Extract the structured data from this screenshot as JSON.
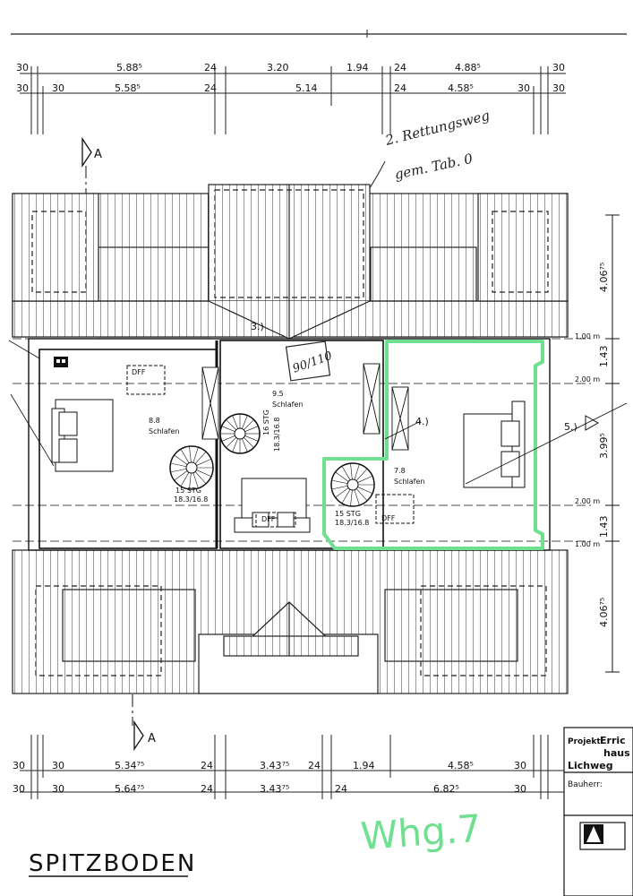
{
  "top_dimensions_row1": [
    "30",
    "5.88⁵",
    "24",
    "3.20",
    "1.94",
    "24",
    "4.88⁵",
    "30"
  ],
  "top_dimensions_row2": [
    "30",
    "30",
    "5.58⁵",
    "24",
    "5.14",
    "24",
    "4.58⁵",
    "30",
    "30"
  ],
  "bottom_dimensions_row1": [
    "30",
    "30",
    "5.34⁷⁵",
    "24",
    "3.43⁷⁵",
    "24",
    "1.94",
    "4.58⁵",
    "30"
  ],
  "bottom_dimensions_row2": [
    "30",
    "30",
    "5.64⁷⁵",
    "24",
    "3.43⁷⁵",
    "24",
    "6.82⁵",
    "30"
  ],
  "right_dimensions": {
    "top_roof": "4.06⁷⁵",
    "l1": "1.00 m",
    "d1": "1.43",
    "l2": "2.00 m",
    "mid": "3.99⁵",
    "l3": "2.00 m",
    "d2": "1.43",
    "l4": "1.00 m",
    "bottom_roof": "4.06⁷⁵"
  },
  "section_markers": {
    "top": "A",
    "bottom": "A"
  },
  "rooms": [
    {
      "area": "8.8",
      "name": "Schlafen",
      "stair": "15 STG",
      "stair_dim": "18.3/16.8",
      "window": "DFF"
    },
    {
      "area": "9.5",
      "name": "Schlafen",
      "stair": "16 STG",
      "stair_dim": "18.3/16.8",
      "window": "DFF"
    },
    {
      "area": "7.8",
      "name": "Schlafen",
      "stair": "15 STG",
      "stair_dim": "18.3/16.8",
      "window": "DFF"
    }
  ],
  "markers": {
    "m3": "3.)",
    "m4": "4.)",
    "m5": "5.)"
  },
  "handwriting": {
    "note_line1": "2. Rettungsweg",
    "note_line2": "gem. Tab. 0",
    "stamp": "90/110",
    "unit": "Whg.7"
  },
  "title": "SPITZBODEN",
  "title_block": {
    "project_label": "Projekt:",
    "project_value1": "Erric",
    "project_value2": "haus",
    "project_value3": "Lichweg",
    "owner_label": "Bauherr:"
  },
  "colors": {
    "ink": "#111111",
    "highlight": "#6fe08f"
  }
}
